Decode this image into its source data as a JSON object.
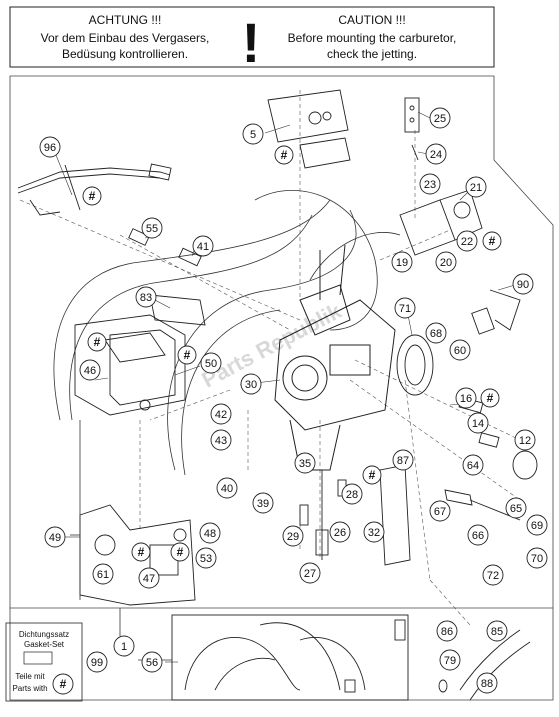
{
  "header": {
    "de": {
      "title": "ACHTUNG !!!",
      "line1": "Vor dem Einbau des Vergasers,",
      "line2": "Bedüsung kontrollieren."
    },
    "en": {
      "title": "CAUTION !!!",
      "line1": "Before mounting the carburetor,",
      "line2": "check the jetting."
    },
    "mark": "!"
  },
  "legend": {
    "line1": "Dichtungssatz",
    "line2": "Gasket-Set",
    "line3": "Teile mit",
    "line4": "Parts with",
    "mark": "#"
  },
  "watermark": "Parts Republik",
  "hash_mark": "#",
  "callouts": [
    "96",
    "5",
    "25",
    "24",
    "23",
    "21",
    "22",
    "20",
    "19",
    "55",
    "41",
    "83",
    "71",
    "90",
    "68",
    "60",
    "50",
    "46",
    "30",
    "16",
    "14",
    "12",
    "42",
    "43",
    "87",
    "64",
    "35",
    "28",
    "40",
    "39",
    "67",
    "65",
    "69",
    "32",
    "49",
    "48",
    "29",
    "26",
    "66",
    "70",
    "53",
    "61",
    "47",
    "27",
    "72",
    "1",
    "99",
    "56",
    "86",
    "85",
    "79",
    "88"
  ]
}
